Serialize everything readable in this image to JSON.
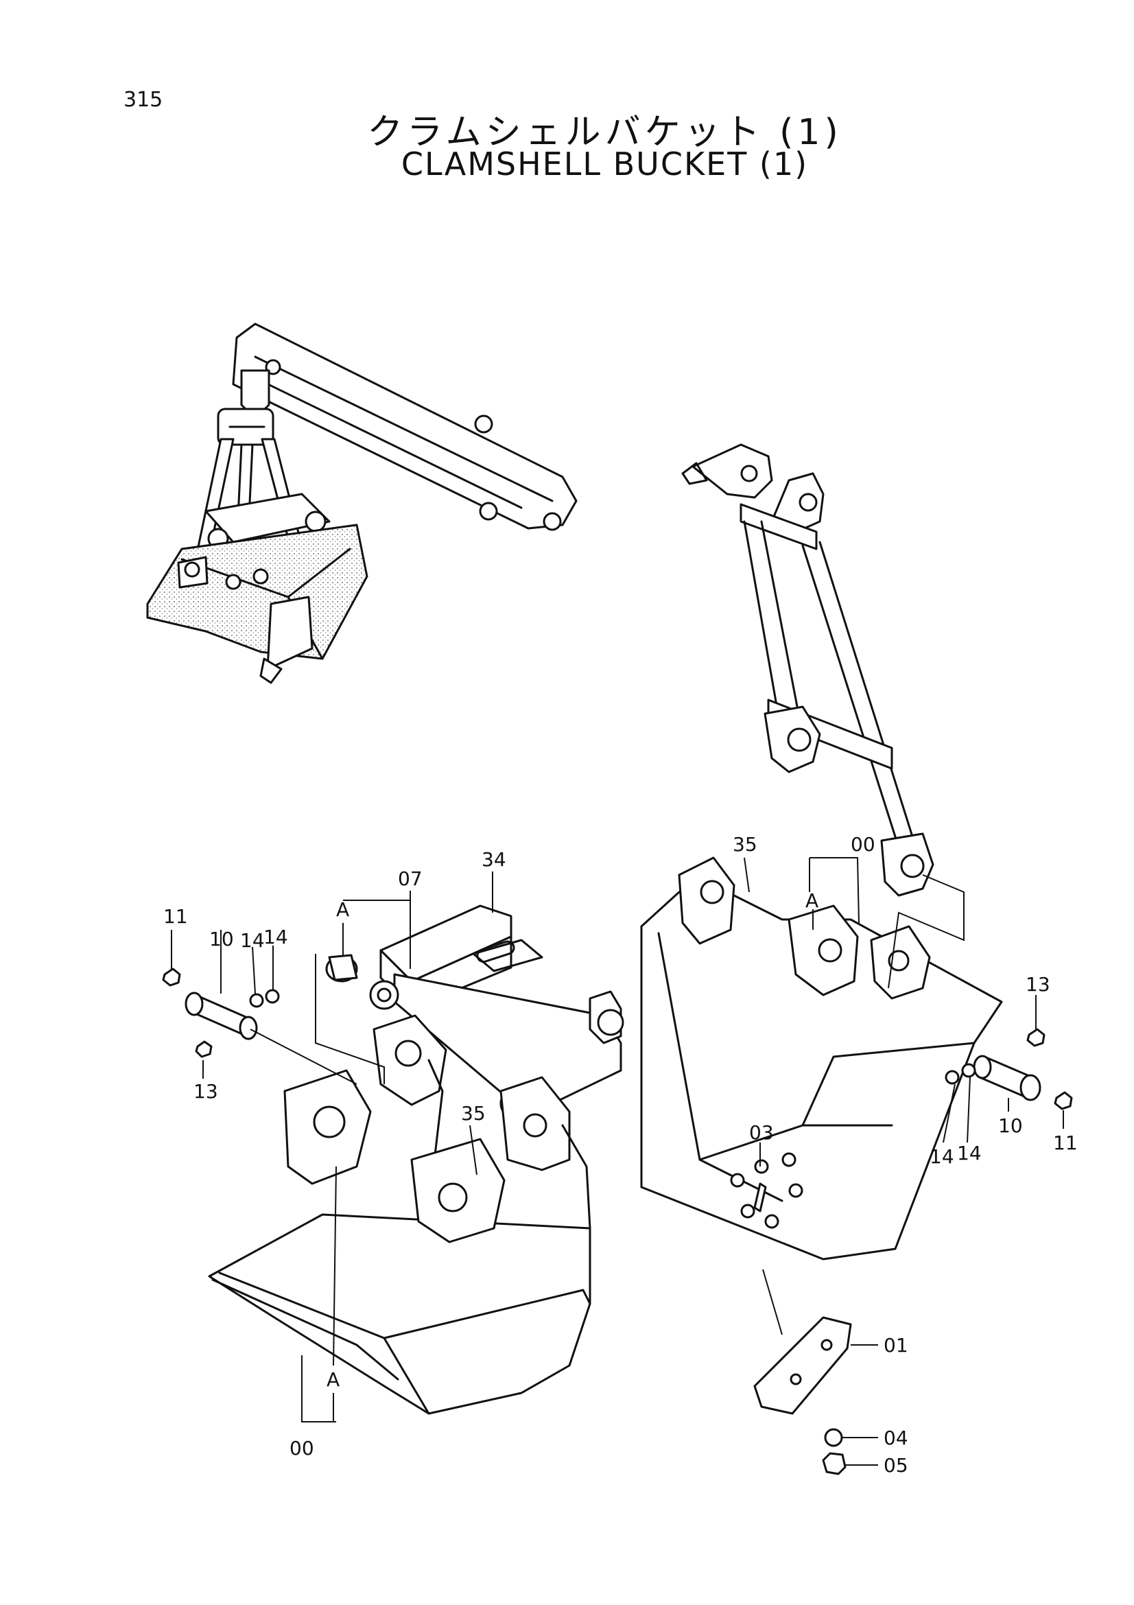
{
  "page_number": "315",
  "title_jp": "クラムシェルバケット (1)",
  "title_en": "CLAMSHELL BUCKET (1)",
  "callouts": {
    "c00_left": "00",
    "cA_left_bucket": "A",
    "c35_left": "35",
    "c34": "34",
    "c07": "07",
    "cA_07": "A",
    "c11_left": "11",
    "c10_left": "10",
    "c14_left_a": "14",
    "c14_left_b": "14",
    "c13_left": "13",
    "c35_right": "35",
    "c00_right": "00",
    "cA_right": "A",
    "c13_right": "13",
    "c10_right": "10",
    "c11_right": "11",
    "c14_right_a": "14",
    "c14_right_b": "14",
    "c03": "03",
    "c01": "01",
    "c04": "04",
    "c05": "05"
  }
}
